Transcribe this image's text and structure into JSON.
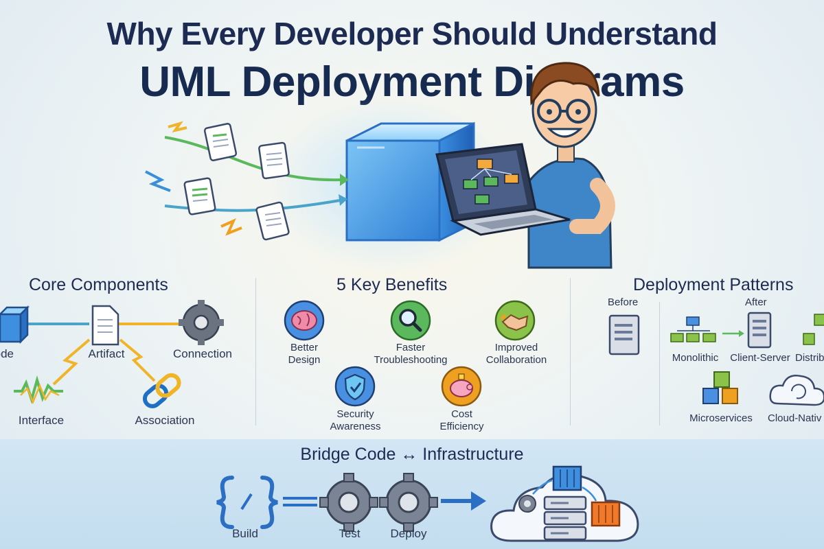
{
  "title": {
    "line1": "Why Every Developer Should Understand",
    "line2": "UML Deployment Diagrams"
  },
  "core_components": {
    "heading": "Core Components",
    "items": {
      "node": "Node",
      "artifact": "Artifact",
      "connection": "Connection",
      "interface": "Interface",
      "association": "Association"
    }
  },
  "benefits": {
    "heading": "5 Key Benefits",
    "items": {
      "design": [
        "Better",
        "Design"
      ],
      "troubleshooting": [
        "Faster",
        "Troubleshooting"
      ],
      "collaboration": [
        "Improved",
        "Collaboration"
      ],
      "security": [
        "Security",
        "Awareness"
      ],
      "cost": [
        "Cost",
        "Efficiency"
      ]
    }
  },
  "patterns": {
    "heading": "Deployment Patterns",
    "before": "Before",
    "after": "After",
    "items": {
      "monolithic": "Monolithic",
      "client_server": "Client-Server",
      "distributed": "Distrib",
      "microservices": "Microservices",
      "cloud_native": "Cloud-Nativ"
    }
  },
  "pipeline": {
    "heading": "Bridge Code ↔ Infrastructure",
    "steps": {
      "build": "Build",
      "test": "Test",
      "deploy": "Deploy"
    }
  },
  "colors": {
    "navy": "#1d2b52",
    "cube_blue": "#4aa3ec",
    "arrow_green": "#5cb85c",
    "bolt_yellow": "#f0b429",
    "gear_gray": "#6b7280"
  }
}
